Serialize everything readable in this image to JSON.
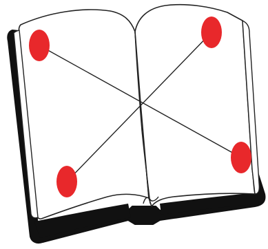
{
  "figure": {
    "subject": "open-book",
    "colors": {
      "background": "#ffffff",
      "cover": "#111111",
      "pages": "#ffffff",
      "outline": "#222222",
      "corner_markers": "#e8282b"
    },
    "corner_markers": [
      "top-left",
      "top-right",
      "bottom-left",
      "bottom-right"
    ],
    "connections": [
      [
        "top-left",
        "bottom-right"
      ],
      [
        "top-right",
        "bottom-left"
      ]
    ]
  }
}
